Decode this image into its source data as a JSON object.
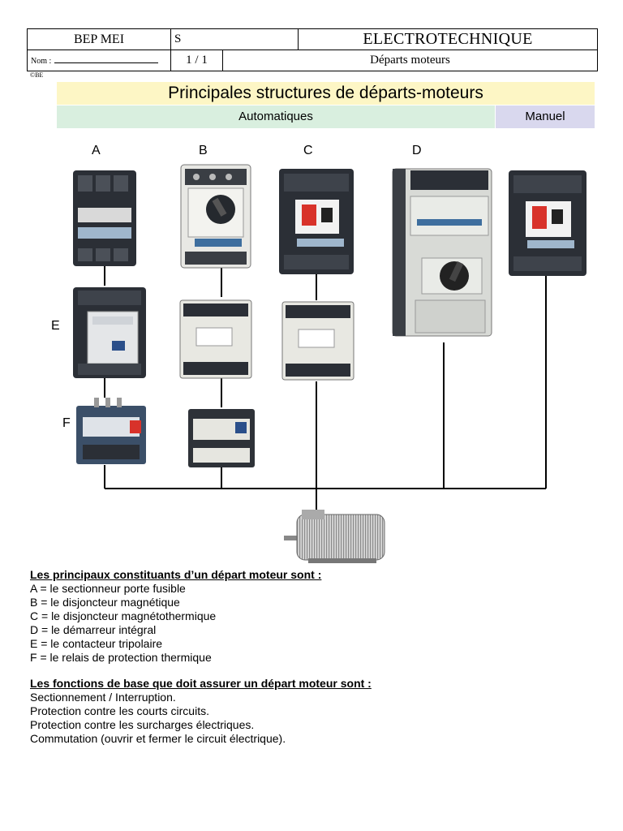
{
  "header": {
    "course": "BEP MEI",
    "section": "S",
    "subject": "ELECTROTECHNIQUE",
    "nom_label": "Nom :",
    "page": "1 / 1",
    "title": "Départs moteurs",
    "copyright": "©BE"
  },
  "banner": {
    "title": "Principales structures de départs-moteurs",
    "automatic": "Automatiques",
    "manual": "Manuel"
  },
  "labels": {
    "a": "A",
    "b": "B",
    "c": "C",
    "d": "D",
    "e": "E",
    "f": "F"
  },
  "constituents": {
    "heading": "Les principaux constituants d’un départ moteur sont :",
    "items": [
      "A = le sectionneur porte fusible",
      "B = le disjoncteur magnétique",
      "C = le disjoncteur magnétothermique",
      "D = le démarreur intégral",
      "E = le contacteur tripolaire",
      "F = le relais de protection thermique"
    ]
  },
  "functions": {
    "heading": "Les fonctions de base que doit assurer un départ moteur sont :",
    "items": [
      "Sectionnement / Interruption.",
      "Protection contre les courts circuits.",
      "Protection contre les surcharges électriques.",
      "Commutation (ouvrir et fermer le circuit électrique)."
    ]
  },
  "colors": {
    "banner": "#fdf6c5",
    "automatic_bg": "#d9efdf",
    "manual_bg": "#d9d8ee",
    "device_dark": "#2b2f36",
    "device_light": "#e8e8e4"
  }
}
